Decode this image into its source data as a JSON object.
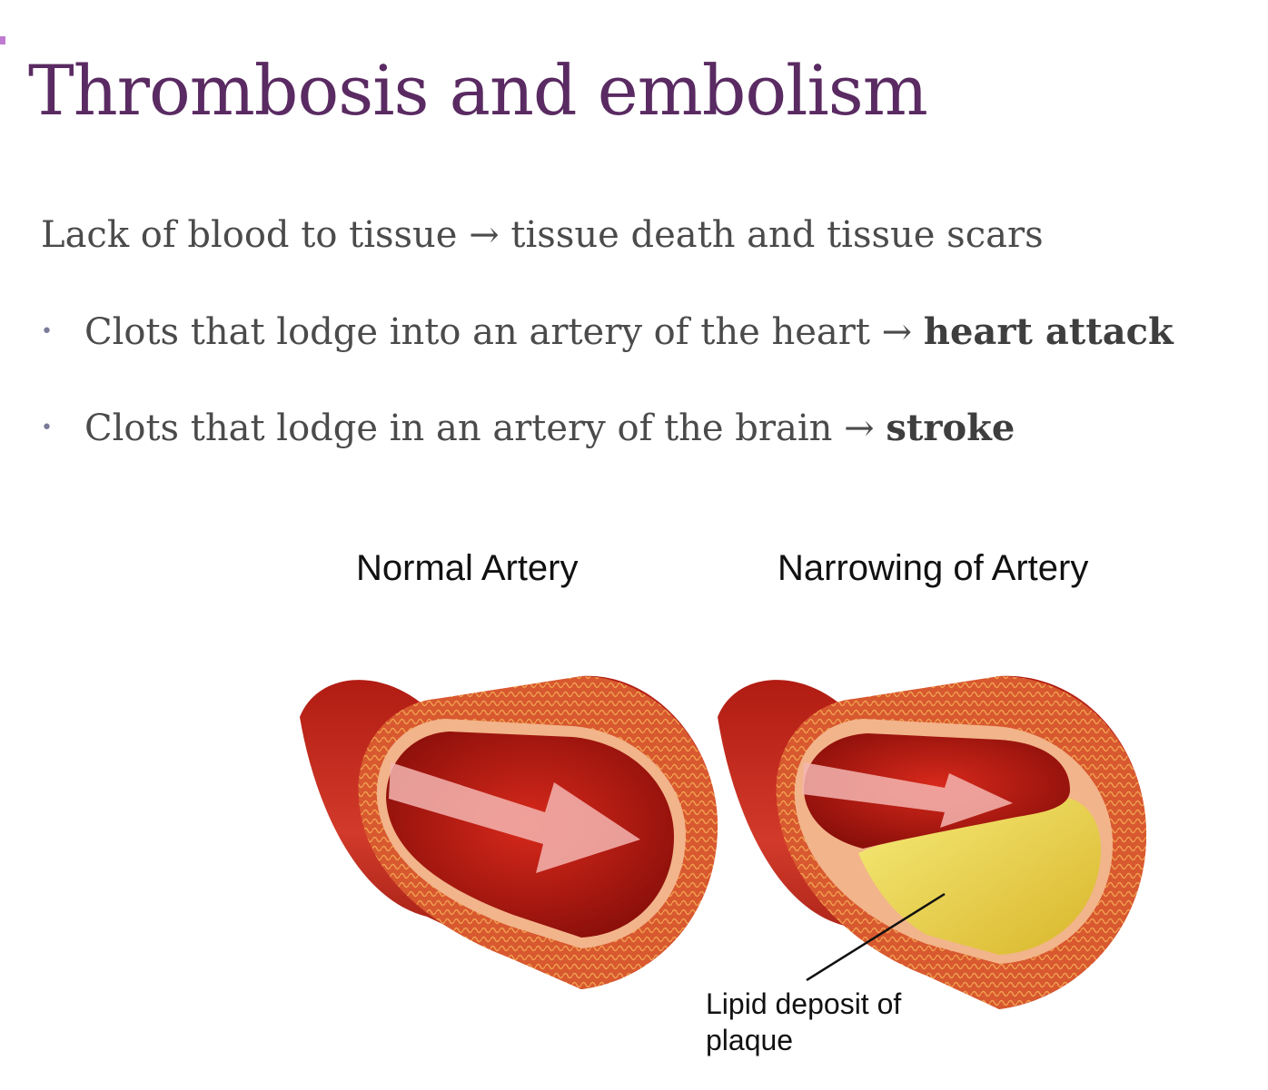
{
  "slide": {
    "title": "Thrombosis and embolism",
    "lead": "Lack of blood to tissue → tissue death and tissue scars",
    "bullets": [
      {
        "marker": "•",
        "text": "Clots that lodge into an artery of the heart → ",
        "emphasis": "heart attack"
      },
      {
        "marker": "•",
        "text": "Clots that lodge in an artery of the brain → ",
        "emphasis": "stroke"
      }
    ]
  },
  "figure": {
    "left_label": "Normal Artery",
    "right_label": "Narrowing of Artery",
    "callout": "Lipid deposit of plaque"
  },
  "colors": {
    "title": "#5a2a62",
    "body_text": "#4b4b4b",
    "artery_red": "#c4271d",
    "plaque_yellow": "#e8d63a"
  }
}
